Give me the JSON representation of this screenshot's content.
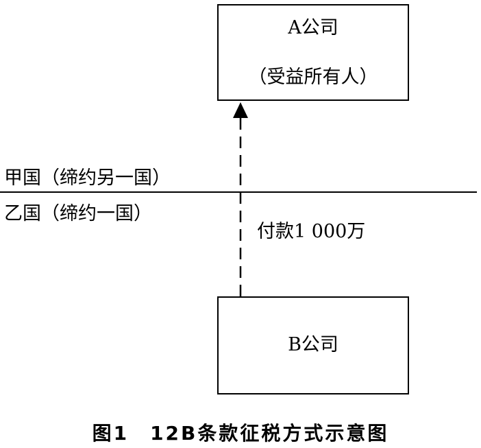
{
  "company_a": {
    "name": "A公司",
    "role": "（受益所有人）"
  },
  "company_b": {
    "name": "B公司"
  },
  "countries": {
    "upper": "甲国（缔约另一国）",
    "lower": "乙国（缔约一国）"
  },
  "payment": {
    "label": "付款1 000万"
  },
  "caption": "图1　12B条款征税方式示意图"
}
